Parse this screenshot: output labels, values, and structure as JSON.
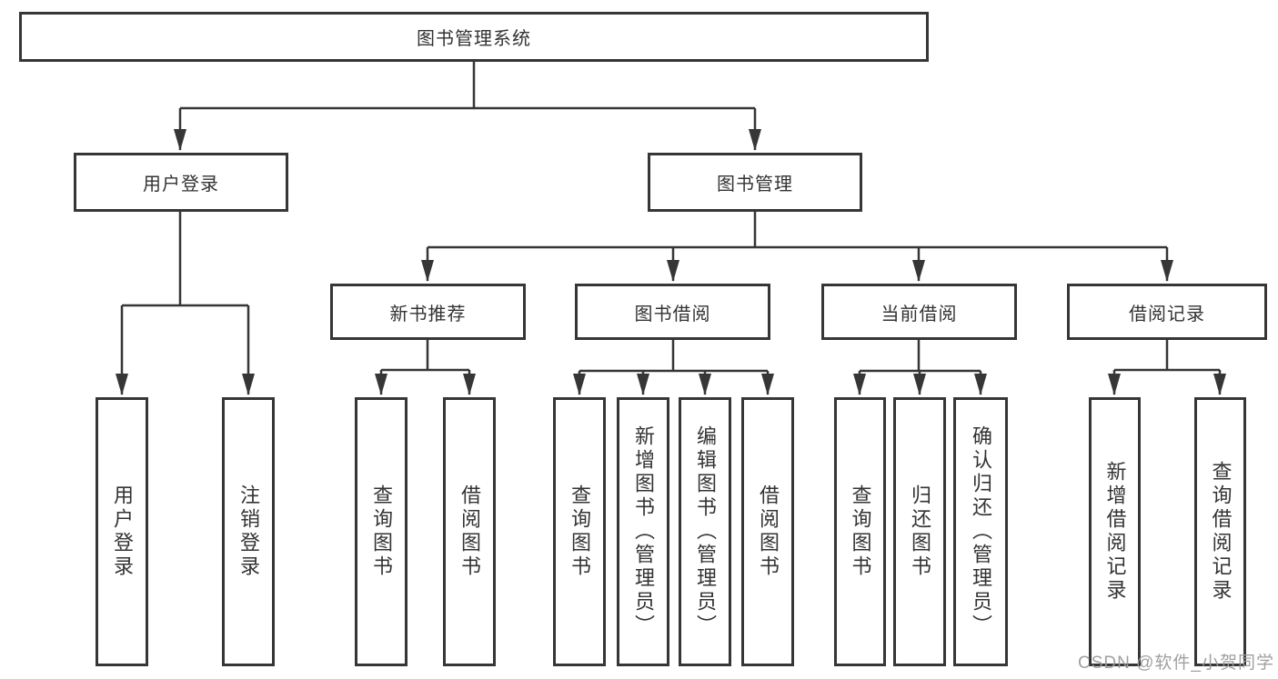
{
  "colors": {
    "line": "#363636",
    "box_border": "#363636",
    "box_background": "#ffffff",
    "text": "#333333",
    "watermark": "#9b9b9b"
  },
  "watermark": {
    "text": "CSDN @软件_小贺同学"
  },
  "tree": {
    "root": {
      "label": "图书管理系统"
    },
    "level2": [
      {
        "label": "用户登录",
        "children": [
          {
            "label": "用户登录"
          },
          {
            "label": "注销登录"
          }
        ]
      },
      {
        "label": "图书管理"
      }
    ],
    "level3": [
      {
        "label": "新书推荐",
        "children": [
          {
            "label": "查询图书"
          },
          {
            "label": "借阅图书"
          }
        ]
      },
      {
        "label": "图书借阅",
        "children": [
          {
            "label": "查询图书"
          },
          {
            "label": "新增图书（管理员）"
          },
          {
            "label": "编辑图书（管理员）"
          },
          {
            "label": "借阅图书"
          }
        ]
      },
      {
        "label": "当前借阅",
        "children": [
          {
            "label": "查询图书"
          },
          {
            "label": "归还图书"
          },
          {
            "label": "确认归还（管理员）"
          }
        ]
      },
      {
        "label": "借阅记录",
        "children": [
          {
            "label": "新增借阅记录"
          },
          {
            "label": "查询借阅记录"
          }
        ]
      }
    ]
  }
}
